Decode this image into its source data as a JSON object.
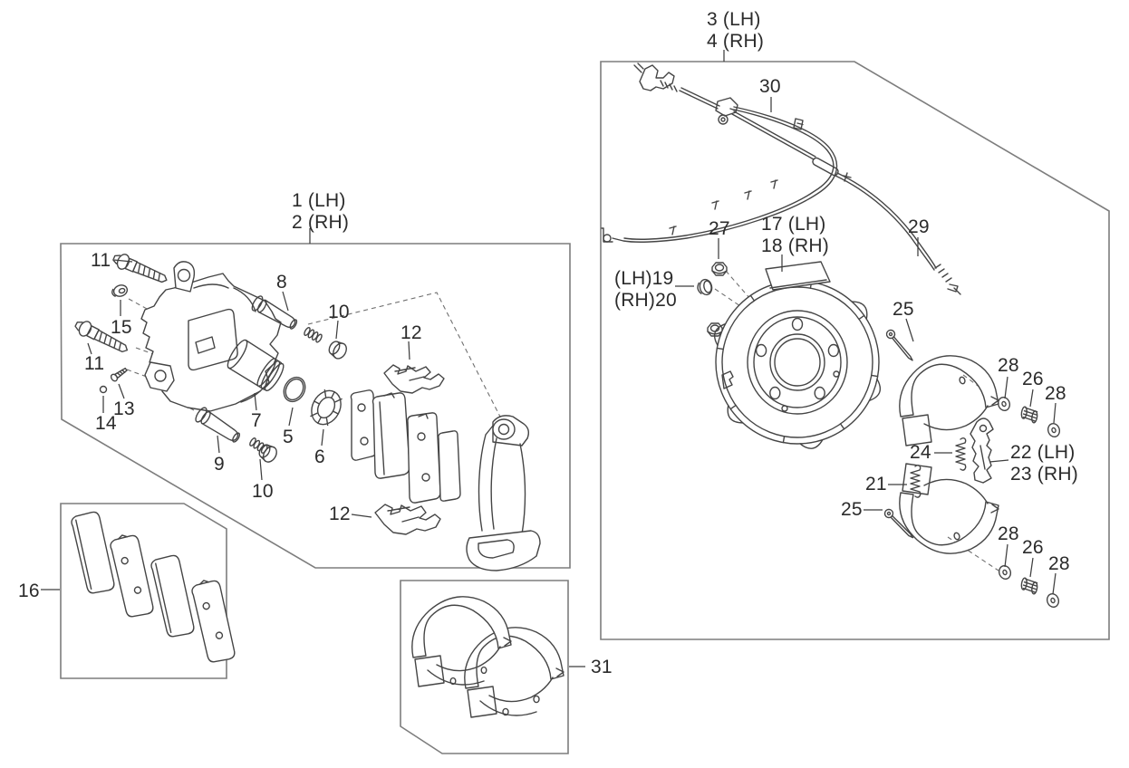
{
  "figure": {
    "kind": "exploded-parts-diagram",
    "groups": [
      "front-brake-caliper-kit",
      "parking-brake-cable-and-rear-brake-kit",
      "front-pad-kit",
      "brake-shoe-kit"
    ]
  },
  "colors": {
    "background": "#ffffff",
    "line": "#454545",
    "box_outline": "#7d7d7d",
    "label_text": "#2b2b2b"
  },
  "callouts": [
    {
      "id": "callout-1-2",
      "text": "1 (LH)\n2 (RH)"
    },
    {
      "id": "callout-11a",
      "text": "11"
    },
    {
      "id": "callout-15",
      "text": "15"
    },
    {
      "id": "callout-11b",
      "text": "11"
    },
    {
      "id": "callout-13",
      "text": "13"
    },
    {
      "id": "callout-14",
      "text": "14"
    },
    {
      "id": "callout-8",
      "text": "8"
    },
    {
      "id": "callout-10a",
      "text": "10"
    },
    {
      "id": "callout-12a",
      "text": "12"
    },
    {
      "id": "callout-7",
      "text": "7"
    },
    {
      "id": "callout-5",
      "text": "5"
    },
    {
      "id": "callout-6",
      "text": "6"
    },
    {
      "id": "callout-9",
      "text": "9"
    },
    {
      "id": "callout-10b",
      "text": "10"
    },
    {
      "id": "callout-12b",
      "text": "12"
    },
    {
      "id": "callout-16",
      "text": "16"
    },
    {
      "id": "callout-31",
      "text": "31"
    },
    {
      "id": "callout-3-4",
      "text": "3 (LH)\n4 (RH)"
    },
    {
      "id": "callout-30",
      "text": "30"
    },
    {
      "id": "callout-29",
      "text": "29"
    },
    {
      "id": "callout-27",
      "text": "27"
    },
    {
      "id": "callout-17-18",
      "text": "17 (LH)\n18 (RH)"
    },
    {
      "id": "callout-19-20",
      "text": "(LH)19\n(RH)20"
    },
    {
      "id": "callout-25a",
      "text": "25"
    },
    {
      "id": "callout-28a",
      "text": "28"
    },
    {
      "id": "callout-26a",
      "text": "26"
    },
    {
      "id": "callout-28b",
      "text": "28"
    },
    {
      "id": "callout-24",
      "text": "24"
    },
    {
      "id": "callout-22-23",
      "text": "22 (LH)\n23 (RH)"
    },
    {
      "id": "callout-21",
      "text": "21"
    },
    {
      "id": "callout-25b",
      "text": "25"
    },
    {
      "id": "callout-28c",
      "text": "28"
    },
    {
      "id": "callout-26b",
      "text": "26"
    },
    {
      "id": "callout-28d",
      "text": "28"
    }
  ]
}
